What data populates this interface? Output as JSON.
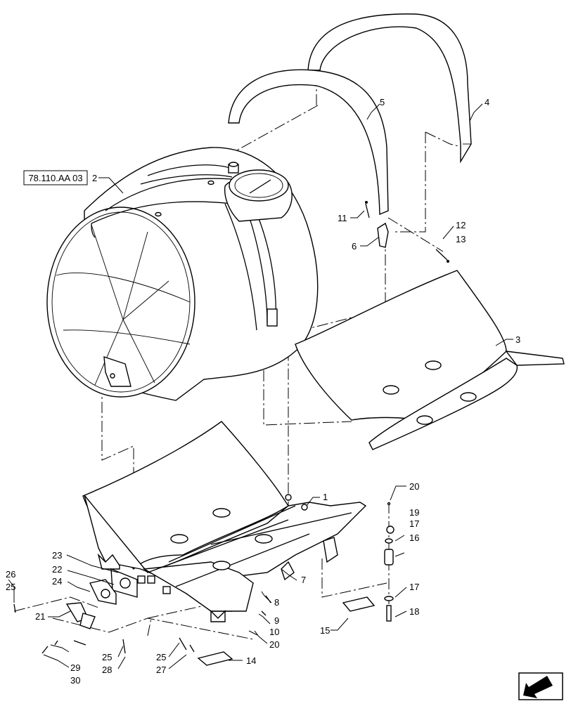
{
  "reference_box": "78.110.AA 03",
  "callouts": [
    {
      "id": "c1",
      "label": "1"
    },
    {
      "id": "c2",
      "label": "2"
    },
    {
      "id": "c3",
      "label": "3"
    },
    {
      "id": "c4",
      "label": "4"
    },
    {
      "id": "c5",
      "label": "5"
    },
    {
      "id": "c6",
      "label": "6"
    },
    {
      "id": "c7",
      "label": "7"
    },
    {
      "id": "c8",
      "label": "8"
    },
    {
      "id": "c9",
      "label": "9"
    },
    {
      "id": "c10",
      "label": "10"
    },
    {
      "id": "c11",
      "label": "11"
    },
    {
      "id": "c12",
      "label": "12"
    },
    {
      "id": "c13",
      "label": "13"
    },
    {
      "id": "c14",
      "label": "14"
    },
    {
      "id": "c15",
      "label": "15"
    },
    {
      "id": "c16",
      "label": "16"
    },
    {
      "id": "c17a",
      "label": "17"
    },
    {
      "id": "c17b",
      "label": "17"
    },
    {
      "id": "c18",
      "label": "18"
    },
    {
      "id": "c19",
      "label": "19"
    },
    {
      "id": "c20a",
      "label": "20"
    },
    {
      "id": "c20b",
      "label": "20"
    },
    {
      "id": "c21",
      "label": "21"
    },
    {
      "id": "c22",
      "label": "22"
    },
    {
      "id": "c23",
      "label": "23"
    },
    {
      "id": "c24",
      "label": "24"
    },
    {
      "id": "c25a",
      "label": "25"
    },
    {
      "id": "c25b",
      "label": "25"
    },
    {
      "id": "c25c",
      "label": "25"
    },
    {
      "id": "c26",
      "label": "26"
    },
    {
      "id": "c27",
      "label": "27"
    },
    {
      "id": "c28",
      "label": "28"
    },
    {
      "id": "c29",
      "label": "29"
    },
    {
      "id": "c30",
      "label": "30"
    }
  ],
  "icons": {
    "nav_arrow": "next-page-arrow-icon"
  }
}
